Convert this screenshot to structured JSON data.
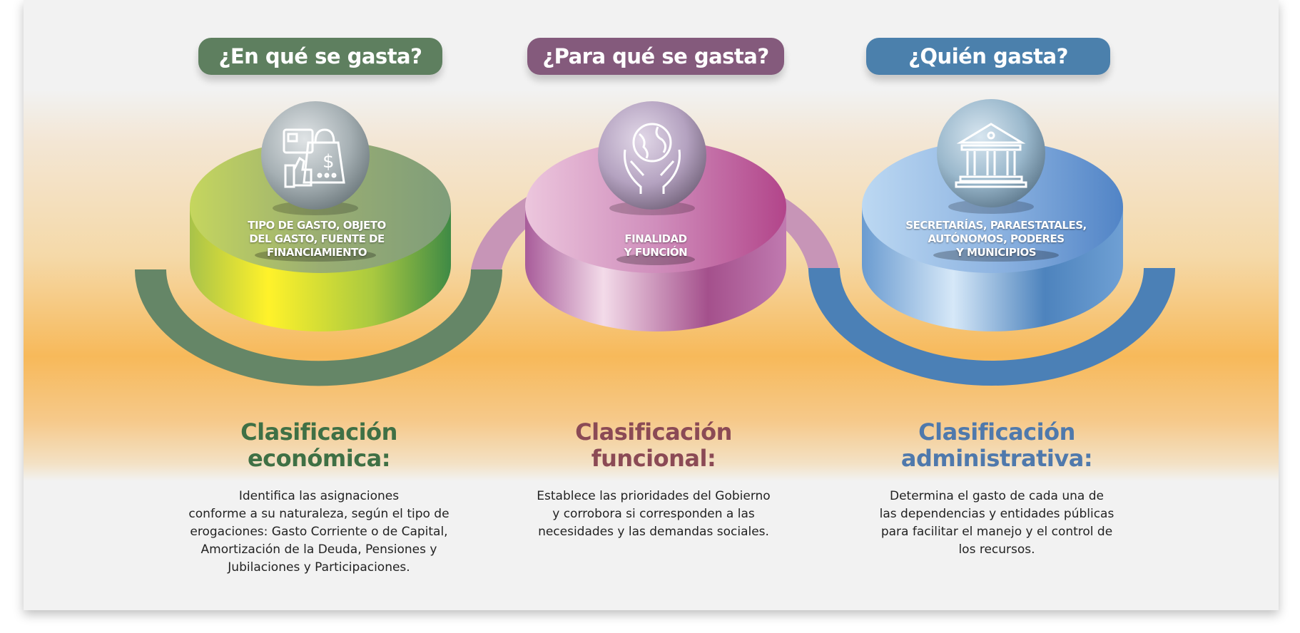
{
  "colors": {
    "green": "#5e7f5f",
    "purple": "#845a7c",
    "blue": "#4b80ac",
    "title_green": "#3f7045",
    "title_red": "#8b4a55",
    "title_blue": "#4f79ac"
  },
  "columns": [
    {
      "question": "¿En qué se gasta?",
      "icon": "shopping-bag-dollar-icon",
      "label_lines": [
        "TIPO DE GASTO, OBJETO",
        "DEL GASTO, FUENTE DE",
        "FINANCIAMIENTO"
      ],
      "title_lines": [
        "Clasificación",
        "económica:"
      ],
      "desc_lines": [
        "Identifica las asignaciones",
        "conforme a su naturaleza, según el tipo de",
        "erogaciones: Gasto Corriente o de Capital,",
        "Amortización de la Deuda, Pensiones y",
        "Jubilaciones y Participaciones."
      ]
    },
    {
      "question": "¿Para qué se gasta?",
      "icon": "globe-hands-icon",
      "label_lines": [
        "FINALIDAD",
        "Y FUNCIÓN"
      ],
      "title_lines": [
        "Clasificación",
        "funcional:"
      ],
      "desc_lines": [
        "Establece las prioridades del Gobierno",
        "y corrobora si corresponden a las",
        "necesidades y las demandas sociales."
      ]
    },
    {
      "question": "¿Quién gasta?",
      "icon": "government-building-icon",
      "label_lines": [
        "SECRETARÍAS, PARAESTATALES,",
        "AUTÓNOMOS, PODERES",
        "Y MUNICIPIOS"
      ],
      "title_lines": [
        "Clasificación",
        "administrativa:"
      ],
      "desc_lines": [
        "Determina el gasto de cada una de",
        "las dependencias y entidades públicas",
        "para facilitar el manejo y el control de",
        "los recursos."
      ]
    }
  ]
}
